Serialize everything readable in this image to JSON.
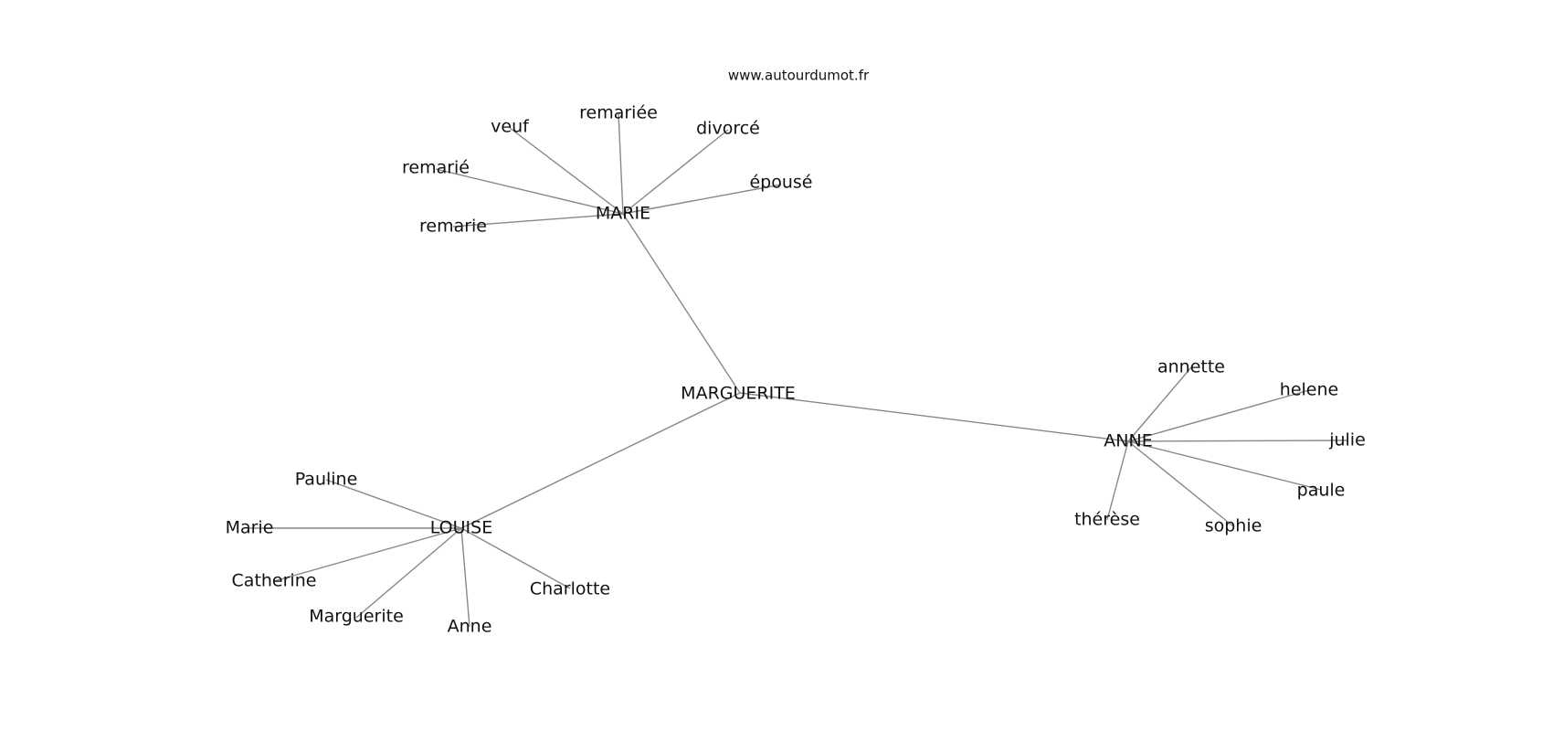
{
  "site": "www.autourdumot.fr",
  "graph": {
    "center": "MARGUERITE",
    "hubs": [
      {
        "label": "MARIE",
        "leaves": [
          "veuf",
          "remariée",
          "divorcé",
          "épousé",
          "remarié",
          "remarie"
        ]
      },
      {
        "label": "ANNE",
        "leaves": [
          "annette",
          "helene",
          "julie",
          "paule",
          "sophie",
          "thérèse"
        ]
      },
      {
        "label": "LOUISE",
        "leaves": [
          "Pauline",
          "Marie",
          "Catherine",
          "Marguerite",
          "Anne",
          "Charlotte"
        ]
      }
    ]
  },
  "colors": {
    "edge": "#888888",
    "text": "#111111",
    "background": "#ffffff"
  }
}
